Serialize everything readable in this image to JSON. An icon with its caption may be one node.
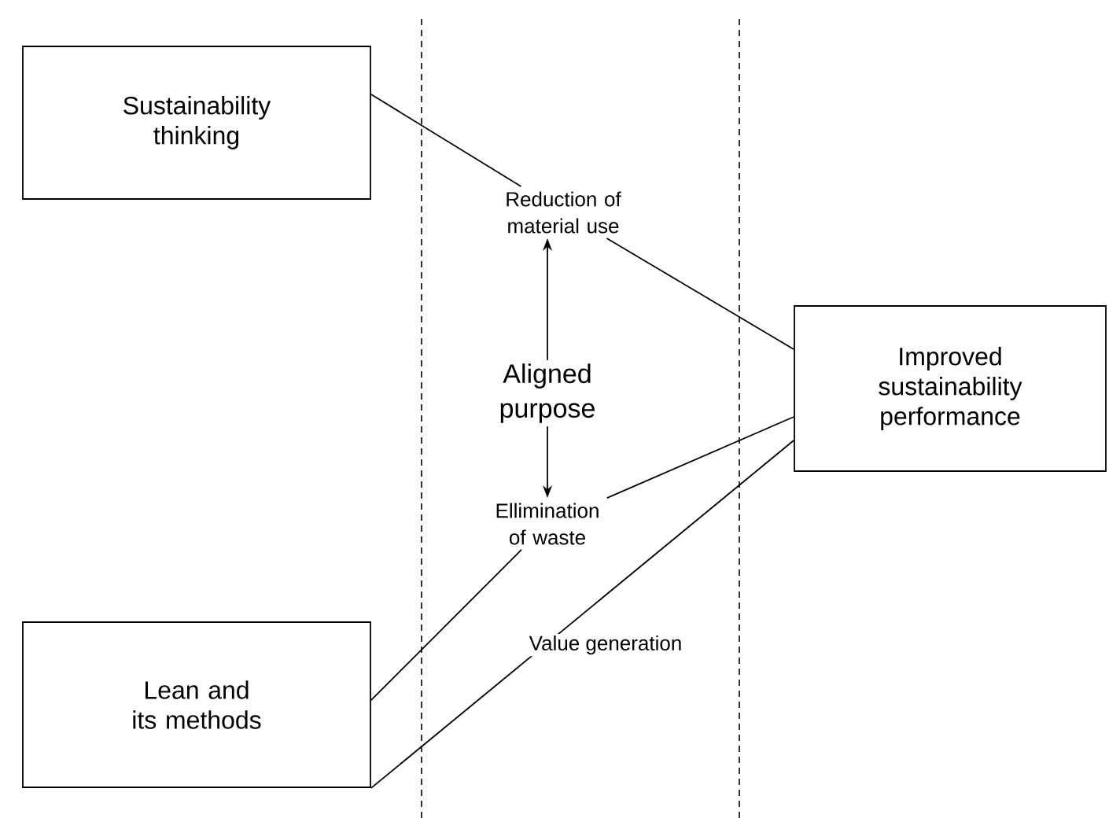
{
  "diagram": {
    "nodes": [
      {
        "text": [
          "Sustainability thinking"
        ]
      },
      {
        "text": [
          "Reduction of material use"
        ]
      },
      {
        "text": [
          "Aligned purpose"
        ]
      },
      {
        "text": [
          "Ellimination of waste"
        ]
      },
      {
        "text": [
          "Lean and its methods"
        ]
      },
      {
        "text": [
          "Improved sustainability performance"
        ]
      }
    ],
    "edges": [
      {
        "from": 0,
        "to": 1,
        "arrow": "none"
      },
      {
        "from": 1,
        "to": 5,
        "arrow": "none"
      },
      {
        "from": 2,
        "to": 1,
        "arrow": "to"
      },
      {
        "from": 2,
        "to": 3,
        "arrow": "to"
      },
      {
        "from": 4,
        "to": 3,
        "arrow": "none"
      },
      {
        "from": 3,
        "to": 5,
        "arrow": "none"
      },
      {
        "from": 4,
        "to": 5,
        "arrow": "none",
        "label": "Value generation"
      }
    ]
  }
}
